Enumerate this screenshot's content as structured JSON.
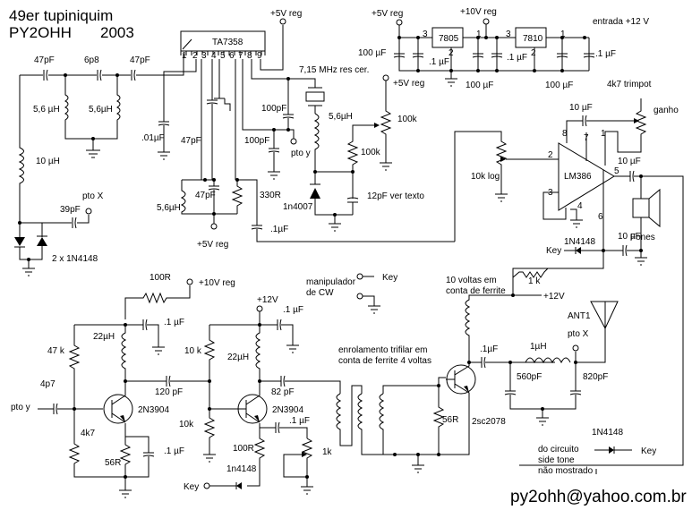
{
  "title": {
    "line1": "49er tupiniquim",
    "callsign": "PY2OHH",
    "year": "2003"
  },
  "email": "py2ohh@yahoo.com.br",
  "ic": {
    "mixer": "TA7358",
    "mixer_pins": [
      "1",
      "2",
      "3",
      "4",
      "5",
      "6",
      "7",
      "8",
      "9"
    ],
    "audio_amp": "LM386",
    "lm386_pins": {
      "p2": "2",
      "p3": "3",
      "p4": "4",
      "p5": "5",
      "p6": "6",
      "p7": "7",
      "p8": "8",
      "p1": "1"
    },
    "reg1": "7805",
    "reg2": "7810",
    "reg_pins": {
      "in": "3",
      "out": "1",
      "gnd": "2"
    }
  },
  "labels": {
    "c_47pf_a": "47pF",
    "c_6p8": "6p8",
    "c_47pf_b": "47pF",
    "l_56_a": "5,6 µH",
    "l_56_b": "5,6µH",
    "l_10uh": "10 µH",
    "c_01uf": ".01µF",
    "c_39pf": "39pF",
    "pto_x": "pto X",
    "diodes_2x": "2 x 1N4148",
    "v5_top": "+5V reg",
    "res_ceramic": "7,15 MHz res cer.",
    "c_100pf_a": "100pF",
    "c_100pf_b": "100pF",
    "pto_y": "pto y",
    "l_56_osc": "5,6µH",
    "c_47pf_c": "47pF",
    "l_56_c": "5,6µH",
    "c_47pf_d": "47pF",
    "r_330": "330R",
    "c_1uf_a": ".1µF",
    "v5_mid": "+5V reg",
    "d_1n4007": "1n4007",
    "c_12pf": "12pF  ver texto",
    "r_100k_a": "100k",
    "r_100k_b": "100k",
    "v5_pot": "+5V reg",
    "v5_reg_top": "+5V reg",
    "v10_reg_top": "+10V reg",
    "entrada": "entrada +12 V",
    "c_100u_1": "100 µF",
    "c_01u_1": ".1 µF",
    "c_100u_2": "100 µF",
    "c_01u_2": ".1 µF",
    "c_100u_3": "100 µF",
    "c_01u_3": ".1 µF",
    "trimpot": "4k7 trimpot",
    "ganho": "ganho",
    "c_10u_a": "10 µF",
    "c_10u_b": "10 µF",
    "c_10u_c": "10 µF",
    "pot_10k": "10k log",
    "fones": "Fones",
    "key_a": "Key",
    "d_1n4148_a": "1N4148",
    "r_1k": "1 k",
    "v12_a": "+12V",
    "ten_turns": "10 voltas em",
    "ten_turns2": "conta de ferrite",
    "ant": "ANT1",
    "pto_x2": "pto X",
    "l_1uh": "1µH",
    "c_1uf_b": ".1µF",
    "c_560": "560pF",
    "c_820": "820pF",
    "r_56_b": "56R",
    "q_final": "2sc2078",
    "d_1n4148_b": "1N4148",
    "side1": "do circuito",
    "side2": "side tone",
    "side3": "não mostrado",
    "key_b": "Key",
    "manip1": "manipulador",
    "manip2": "de CW",
    "key_c": "Key",
    "trifilar1": "enrolamento trifilar em",
    "trifilar2": "conta de ferrite 4 voltas",
    "r_100_top": "100R",
    "v10_b": "+10V reg",
    "c_01_b1": ".1 µF",
    "l_22_a": "22µH",
    "r_47k": "47 k",
    "c_4p7": "4p7",
    "pto_y2": "pto y",
    "q1": "2N3904",
    "r_4k7": "4k7",
    "r_56_a": "56R",
    "c_01_b2": ".1 µF",
    "c_120": "120 pF",
    "r_10k_a": "10 k",
    "r_10k_b": "10k",
    "v12_b": "+12V",
    "c_01_b3": ".1 µF",
    "l_22_b": "22µH",
    "c_82": "82 pF",
    "q2": "2N3904",
    "c_01_b4": ".1 µF",
    "r_100_b": "100R",
    "pot_1k": "1k",
    "d_1n4148_c": "1n4148",
    "key_d": "Key"
  }
}
